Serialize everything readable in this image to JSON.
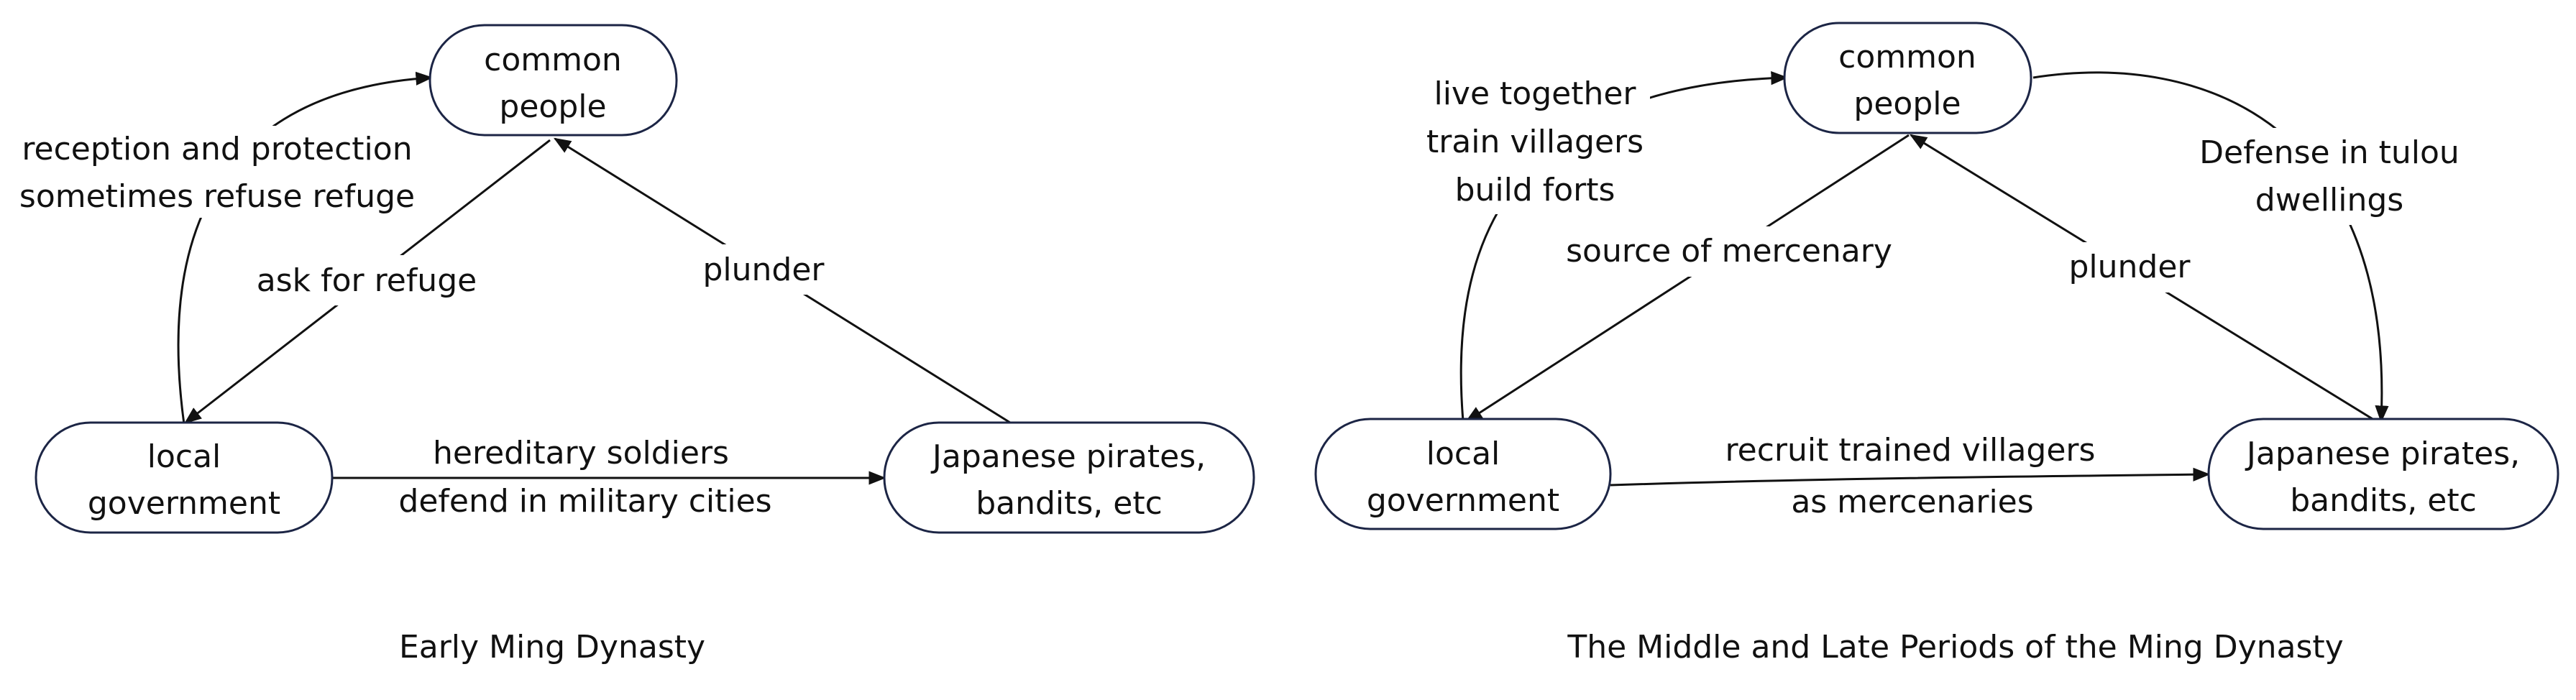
{
  "diagrams": [
    {
      "caption": "Early Ming Dynasty",
      "nodes": {
        "common_people": [
          "common",
          "people"
        ],
        "local_government": [
          "local",
          "government"
        ],
        "japanese_pirates": [
          "Japanese pirates,",
          "bandits, etc"
        ]
      },
      "edges": {
        "reception": [
          "reception and protection",
          "sometimes refuse refuge"
        ],
        "ask_refuge": [
          "ask for refuge"
        ],
        "plunder": [
          "plunder"
        ],
        "hereditary": [
          "hereditary soldiers",
          "defend in military cities"
        ]
      }
    },
    {
      "caption": "The Middle and Late Periods of the Ming Dynasty",
      "nodes": {
        "common_people": [
          "common",
          "people"
        ],
        "local_government": [
          "local",
          "government"
        ],
        "japanese_pirates": [
          "Japanese pirates,",
          "bandits, etc"
        ]
      },
      "edges": {
        "live_together": [
          "live together",
          "train villagers",
          "build forts"
        ],
        "mercenary_source": [
          "source of mercenary"
        ],
        "plunder": [
          "plunder"
        ],
        "tulou_defense": [
          "Defense in tulou",
          "dwellings"
        ],
        "recruit": [
          "recruit trained villagers",
          "as mercenaries"
        ]
      }
    }
  ]
}
